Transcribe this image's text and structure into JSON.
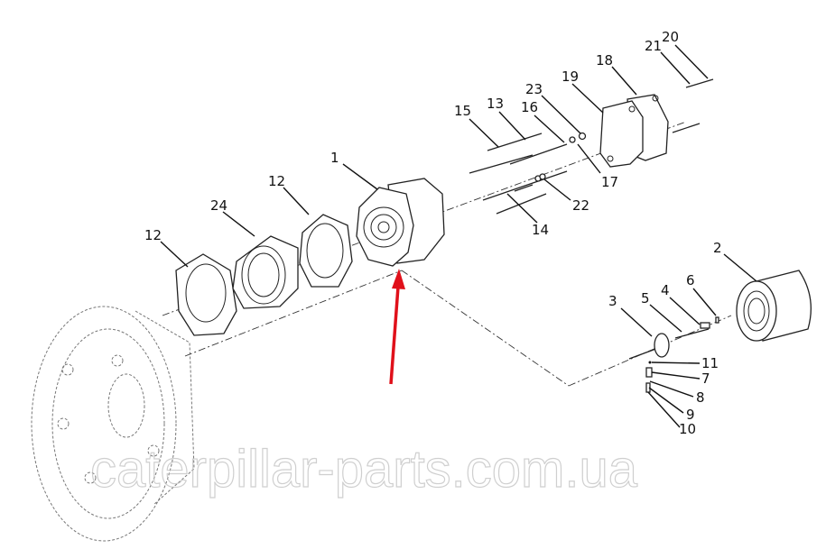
{
  "diagram": {
    "title": "Exploded parts diagram",
    "labels": {
      "p1": "1",
      "p2": "2",
      "p3": "3",
      "p4": "4",
      "p5": "5",
      "p6": "6",
      "p7": "7",
      "p8": "8",
      "p9": "9",
      "p10": "10",
      "p11": "11",
      "p12a": "12",
      "p12b": "12",
      "p13": "13",
      "p14": "14",
      "p15": "15",
      "p16": "16",
      "p17": "17",
      "p18": "18",
      "p19": "19",
      "p20": "20",
      "p21": "21",
      "p22": "22",
      "p23": "23",
      "p24": "24"
    },
    "highlight_color": "#e0101a",
    "watermark": "caterpillar-parts.com.ua"
  }
}
